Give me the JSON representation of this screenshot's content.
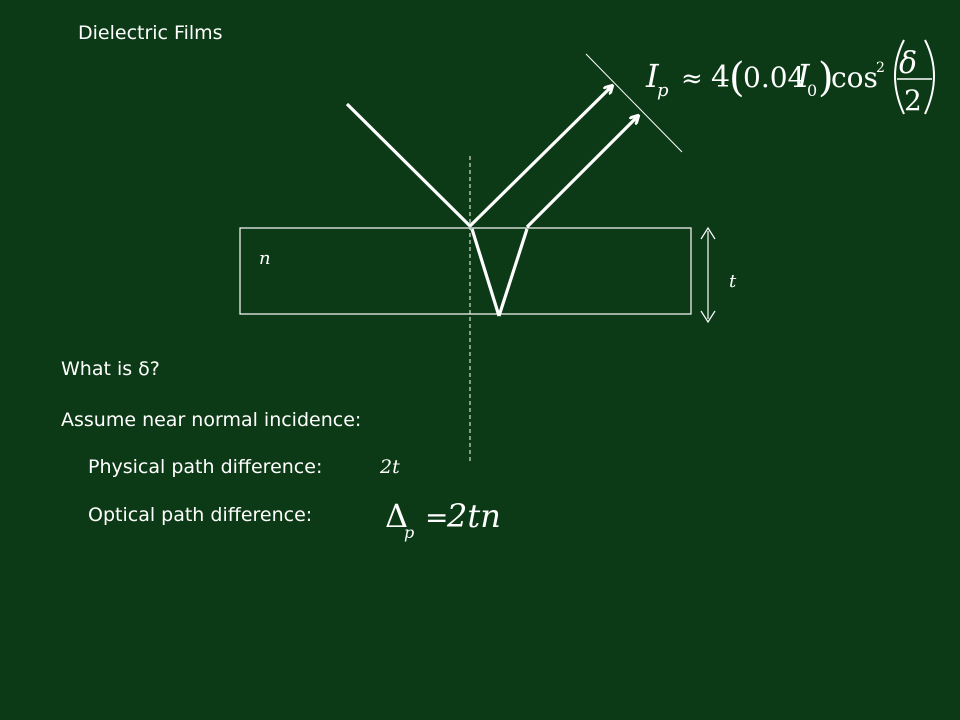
{
  "slide": {
    "title": "Dielectric Films",
    "background": "#0d3a16",
    "foreground": "#ffffff"
  },
  "diagram": {
    "film_index_label": "n",
    "thickness_label": "t"
  },
  "equation_intensity": {
    "I": "I",
    "sub_p": "p",
    "approx": "≈",
    "four": "4",
    "coef": "0.04",
    "I0": "I",
    "sub_0": "0",
    "cos": "cos",
    "sup_2": "2",
    "numerator": "δ",
    "denominator": "2"
  },
  "questions": {
    "q1": "What is δ?",
    "assume": "Assume near normal incidence:",
    "physical_label": "Physical path difference:",
    "physical_value": "2t",
    "optical_label": "Optical path difference:"
  },
  "equation_optical": {
    "delta": "Δ",
    "sub_p": "p",
    "equals": "=",
    "rhs": "2tn"
  }
}
